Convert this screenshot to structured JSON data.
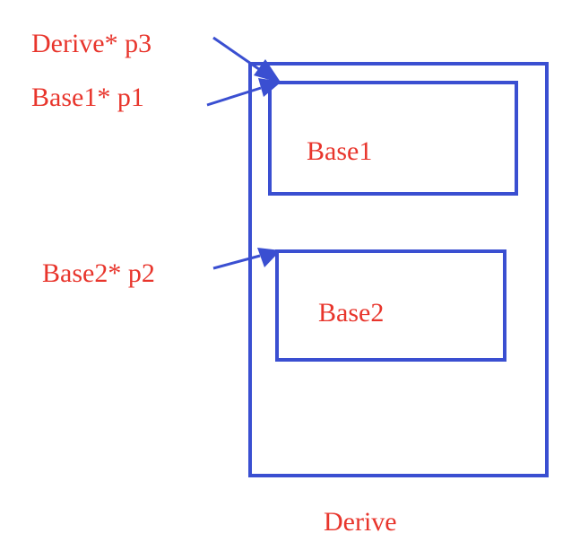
{
  "colors": {
    "box": "#3a4fd1",
    "text": "#e8352c",
    "arrow": "#3a4fd1"
  },
  "boxes": {
    "derive": "Derive",
    "base1": "Base1",
    "base2": "Base2"
  },
  "pointers": {
    "p3": "Derive* p3",
    "p1": "Base1* p1",
    "p2": "Base2* p2"
  }
}
